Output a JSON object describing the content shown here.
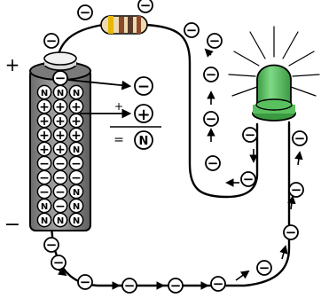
{
  "battery": {
    "plus_sign": "+",
    "minus_sign": "−",
    "particles": [
      "N",
      "N",
      "N",
      "+",
      "+",
      "+",
      "+",
      "+",
      "+",
      "+",
      "+",
      "+",
      "+",
      "+",
      "N",
      "−",
      "−",
      "−",
      "−",
      "−",
      "−",
      "−",
      "−",
      "N",
      "N",
      "−",
      "N",
      "N",
      "N",
      "N"
    ],
    "top_particle": "−"
  },
  "legend": {
    "electron_symbol": "−",
    "proton_sign": "+",
    "proton_symbol": "+",
    "neutron_sign": "=",
    "neutron_symbol": "N"
  },
  "electron_label": "−",
  "colors": {
    "battery_body": "#8c8c8c",
    "battery_cap": "#7a7a7a",
    "led_green": "#59c05e",
    "wire": "#000000",
    "resistor_band_gold": "#e6b800",
    "resistor_band_brown": "#8b4a2b"
  }
}
